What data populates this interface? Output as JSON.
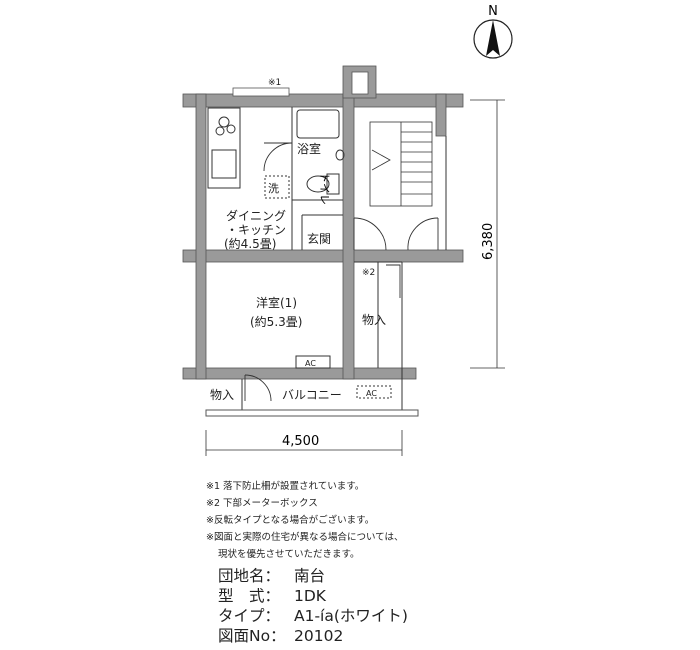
{
  "compass": {
    "north": "N"
  },
  "dimensions": {
    "width": "4,500",
    "depth": "6,380"
  },
  "rooms": {
    "bath": "浴室",
    "toilet": "トイレ",
    "washer": "洗",
    "dining_line1": "ダイニング",
    "dining_line2": "・キッチン",
    "dining_line3": "(約4.5畳)",
    "entrance": "玄関",
    "western_line1": "洋室(1)",
    "western_line2": "(約5.3畳)",
    "storage_right": "物入",
    "storage_left": "物入",
    "balcony": "バルコニー",
    "ac_unit": "AC",
    "ac_balcony": "AC"
  },
  "markers": {
    "mark1": "※1",
    "mark2": "※2"
  },
  "notes": [
    "※1 落下防止柵が設置されています。",
    "※2 下部メーターボックス",
    "※反転タイプとなる場合がございます。",
    "※図面と実際の住宅が異なる場合については、",
    "現状を優先させていただきます。"
  ],
  "info": {
    "complex_label": "団地名：",
    "complex_value": "南台",
    "model_label": "型　式：",
    "model_value": "1DK",
    "type_label": "タイプ：",
    "type_value": "A1-ía(ホワイト)",
    "drawing_label": "図面No：",
    "drawing_value": "20102"
  }
}
